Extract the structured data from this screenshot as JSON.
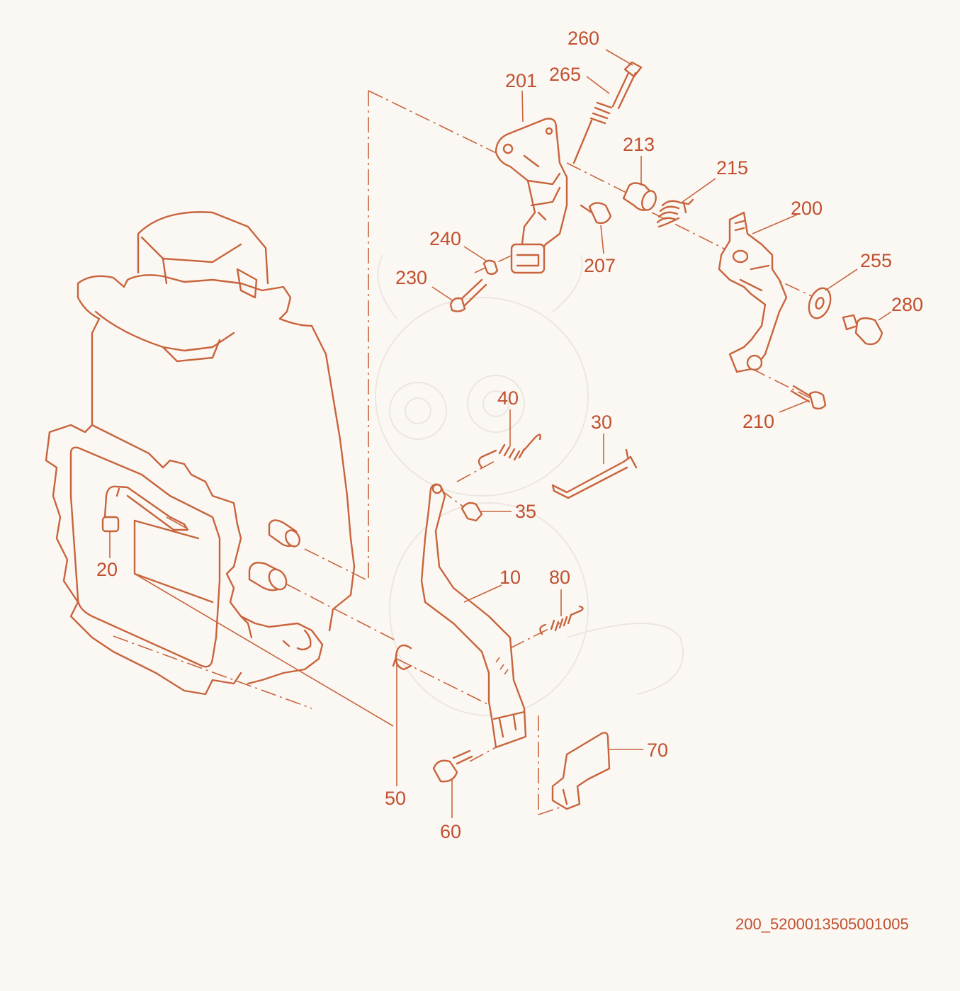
{
  "diagram": {
    "labels": {
      "p260": "260",
      "p201": "201",
      "p265": "265",
      "p213": "213",
      "p215": "215",
      "p200": "200",
      "p240": "240",
      "p230": "230",
      "p207": "207",
      "p255": "255",
      "p280": "280",
      "p210": "210",
      "p40": "40",
      "p30": "30",
      "p35": "35",
      "p10": "10",
      "p80": "80",
      "p20": "20",
      "p50": "50",
      "p60": "60",
      "p70": "70"
    },
    "drawing_code": "200_5200013505001005",
    "accent_color": "#c8643c"
  }
}
